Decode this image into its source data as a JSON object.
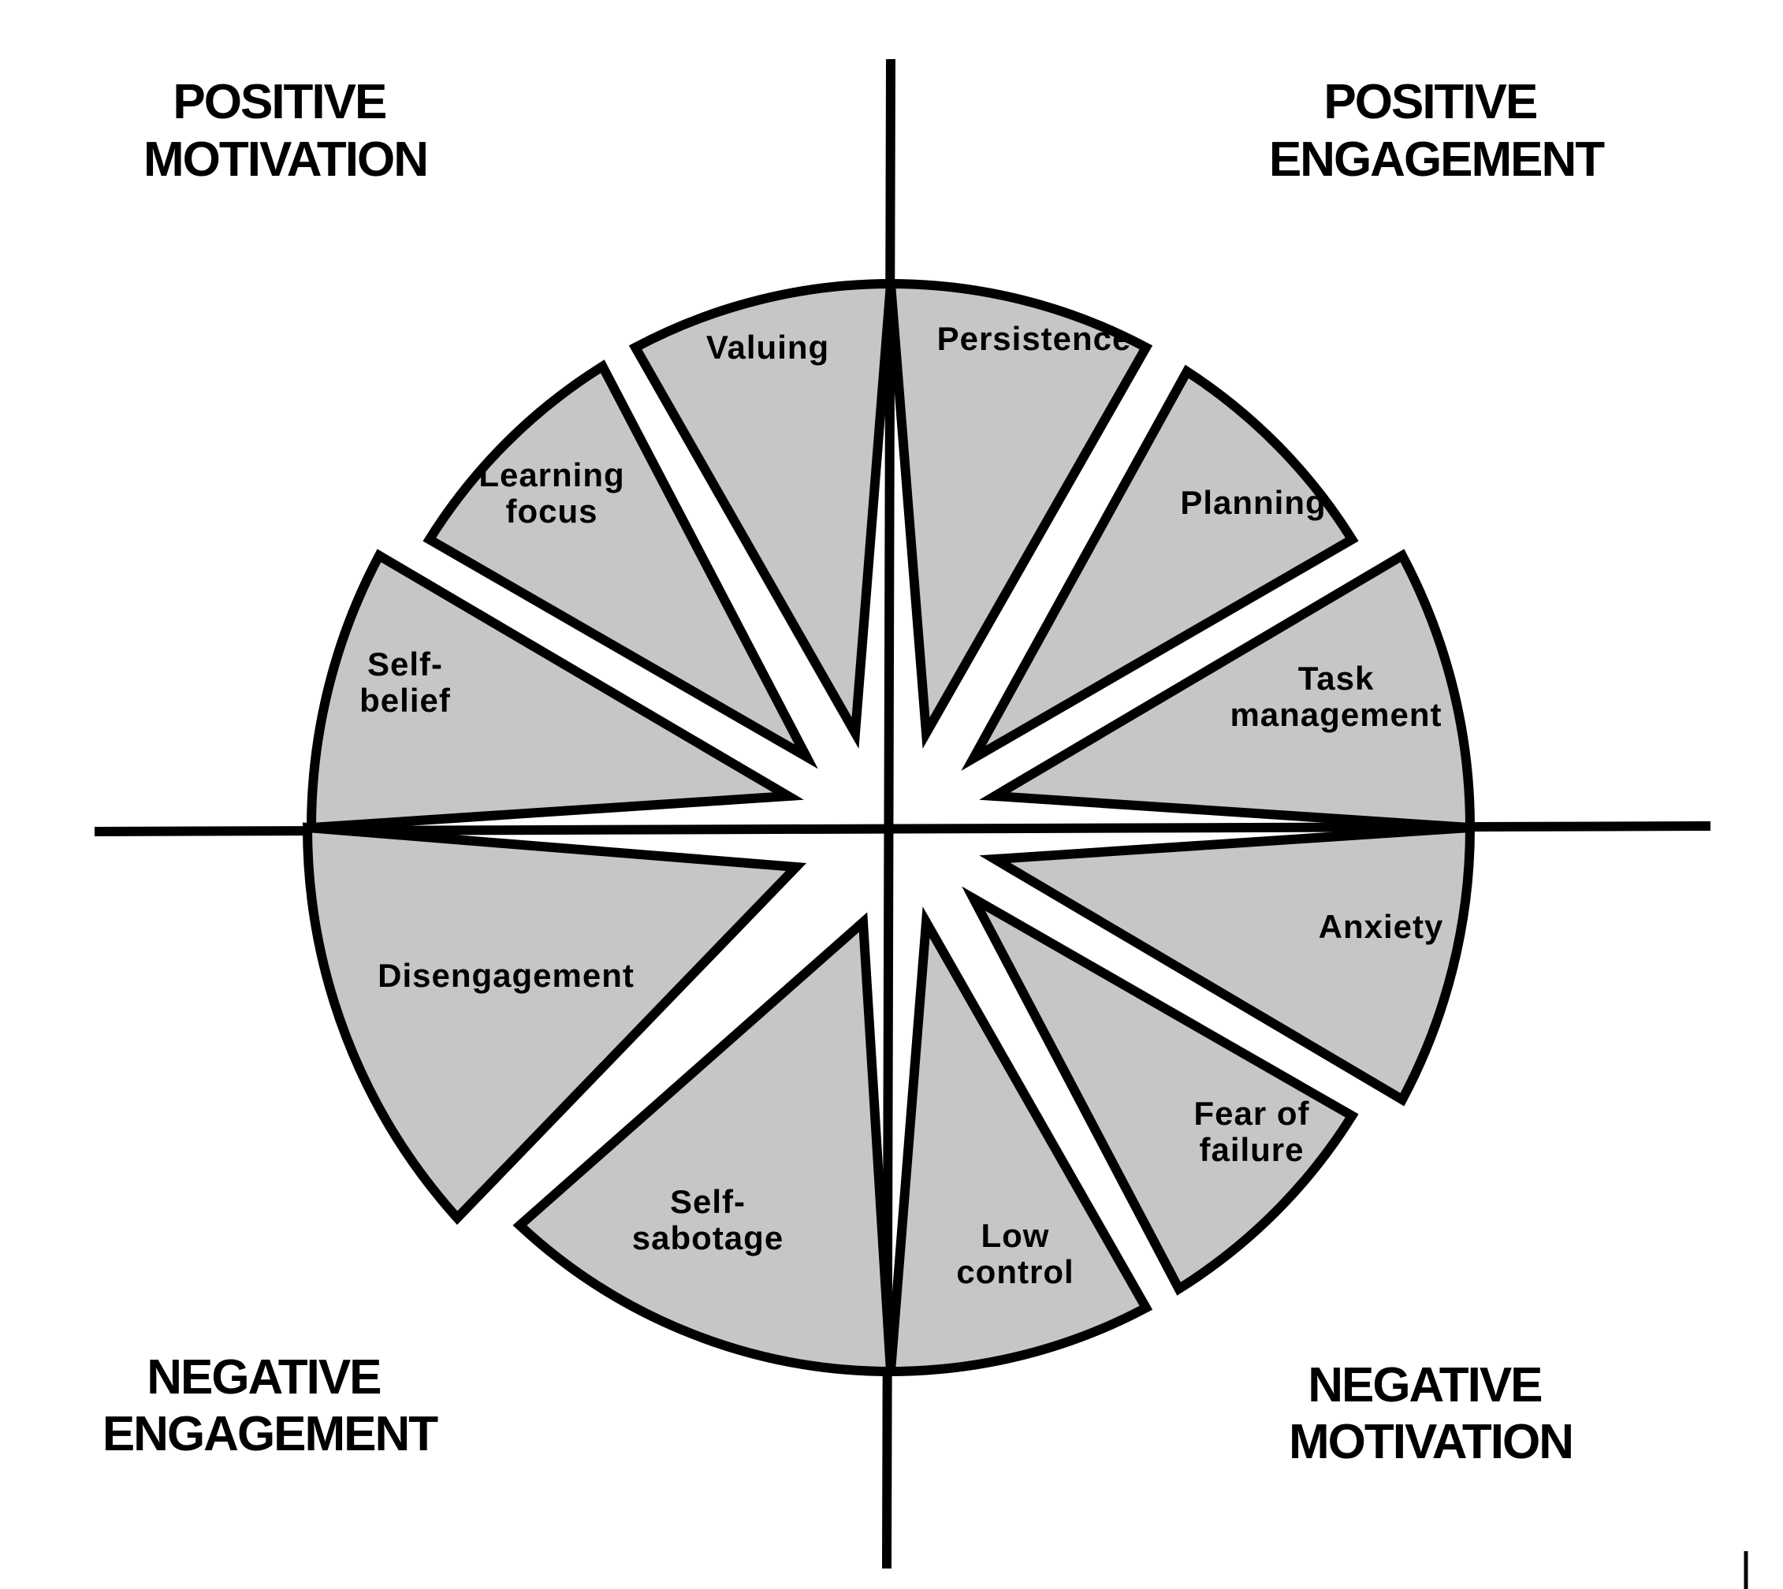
{
  "colors": {
    "segment_fill": "#c6c6c6",
    "outline": "#000000",
    "background": "#ffffff"
  },
  "quadrants": {
    "top_left": [
      "POSITIVE",
      "MOTIVATION"
    ],
    "top_right": [
      "POSITIVE",
      "ENGAGEMENT"
    ],
    "bottom_left": [
      "NEGATIVE",
      "ENGAGEMENT"
    ],
    "bottom_right": [
      "NEGATIVE",
      "MOTIVATION"
    ]
  },
  "segments": [
    {
      "name": "persistence",
      "lines": [
        "Persistence"
      ]
    },
    {
      "name": "planning",
      "lines": [
        "Planning"
      ]
    },
    {
      "name": "task-management",
      "lines": [
        "Task",
        "management"
      ]
    },
    {
      "name": "anxiety",
      "lines": [
        "Anxiety"
      ]
    },
    {
      "name": "fear-of-failure",
      "lines": [
        "Fear of",
        "failure"
      ]
    },
    {
      "name": "low-control",
      "lines": [
        "Low",
        "control"
      ]
    },
    {
      "name": "self-sabotage",
      "lines": [
        "Self-",
        "sabotage"
      ]
    },
    {
      "name": "disengagement",
      "lines": [
        "Disengagement"
      ]
    },
    {
      "name": "self-belief",
      "lines": [
        "Self-",
        "belief"
      ]
    },
    {
      "name": "learning-focus",
      "lines": [
        "Learning",
        "focus"
      ]
    },
    {
      "name": "valuing",
      "lines": [
        "Valuing"
      ]
    }
  ]
}
